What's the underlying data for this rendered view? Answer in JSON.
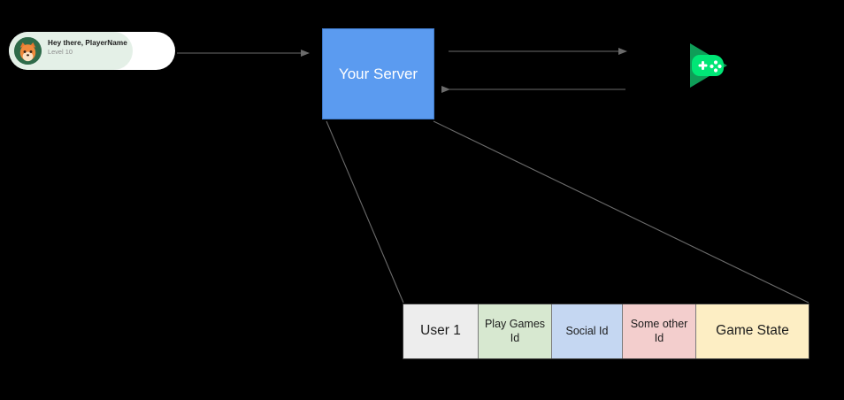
{
  "diagram": {
    "title": "Play Games server architecture diagram",
    "background_color": "#000000"
  },
  "player_card": {
    "name": "player-greeting-card",
    "greeting": "Hey there, PlayerName",
    "level": "Level 10",
    "avatar_icon": "fox-avatar-icon",
    "card_color": "#ffffff",
    "inner_pill_color": "#e4f0e7",
    "avatar_bg_color": "#2f6b4a"
  },
  "server": {
    "label": "Your Server",
    "fill_color": "#5b9bf0",
    "text_color": "#ffffff"
  },
  "play_games": {
    "icon_name": "google-play-games-icon",
    "triangle_color": "#0f9d58",
    "gamepad_color": "#00e676",
    "button_color": "#ffffff"
  },
  "arrows": [
    {
      "name": "arrow-player-to-server",
      "direction": "right",
      "color": "#6b6b6b"
    },
    {
      "name": "arrow-server-to-playgames",
      "direction": "right",
      "color": "#6b6b6b"
    },
    {
      "name": "arrow-playgames-to-server",
      "direction": "left",
      "color": "#6b6b6b"
    }
  ],
  "connectors": [
    {
      "name": "connector-server-to-table-left",
      "color": "#6b6b6b"
    },
    {
      "name": "connector-server-to-table-right",
      "color": "#6b6b6b"
    }
  ],
  "table": {
    "name": "user-record-table",
    "columns": [
      {
        "label": "User 1",
        "color": "#ededed",
        "name": "cell-user-1"
      },
      {
        "label": "Play Games Id",
        "color": "#d7e8d0",
        "name": "cell-play-games-id"
      },
      {
        "label": "Social Id",
        "color": "#c5d7f2",
        "name": "cell-social-id"
      },
      {
        "label": "Some other Id",
        "color": "#f3cecd",
        "name": "cell-some-other-id"
      },
      {
        "label": "Game State",
        "color": "#fdeec4",
        "name": "cell-game-state"
      }
    ]
  }
}
